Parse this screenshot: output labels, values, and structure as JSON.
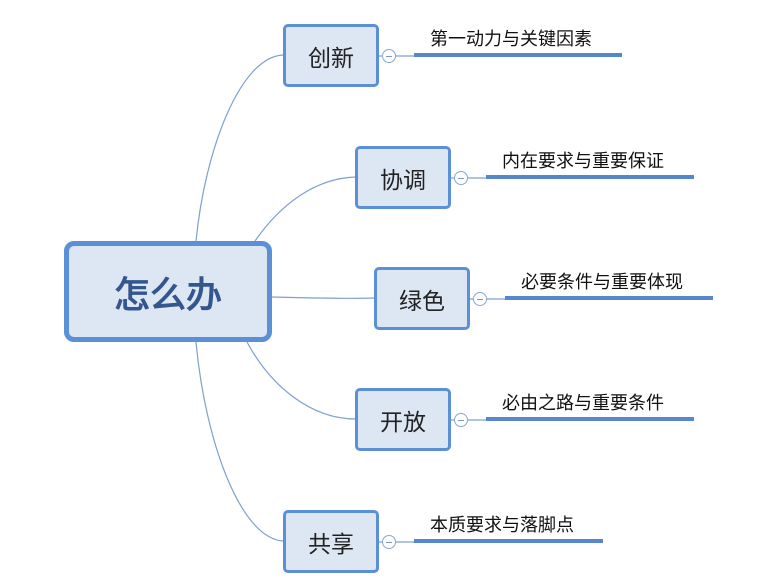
{
  "central_topic": "怎么办",
  "branches": [
    {
      "label": "创新",
      "subtopic": "第一动力与关键因素"
    },
    {
      "label": "协调",
      "subtopic": "内在要求与重要保证"
    },
    {
      "label": "绿色",
      "subtopic": "必要条件与重要体现"
    },
    {
      "label": "开放",
      "subtopic": "必由之路与重要条件"
    },
    {
      "label": "共享",
      "subtopic": "本质要求与落脚点"
    }
  ],
  "colors": {
    "accent": "#5b8fd6",
    "fill": "#dde6f3",
    "connector": "#7ea1cf",
    "underline": "#5686cc"
  }
}
